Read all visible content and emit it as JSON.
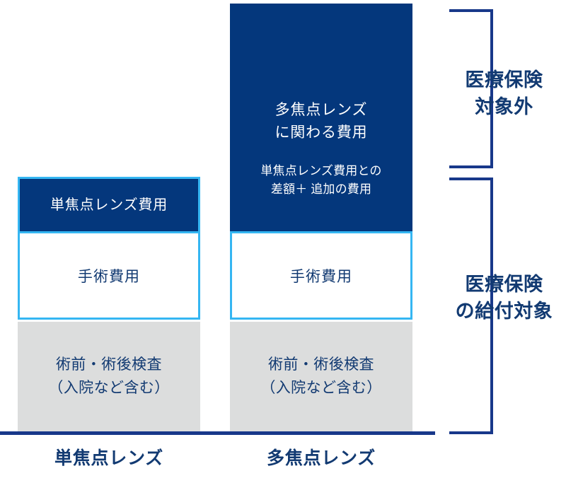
{
  "diagram": {
    "title_colors": {
      "navy": "#04377c",
      "cyan_outline": "#35b6f2",
      "grey_block": "#dcdddd",
      "text_navy": "#123a72",
      "axis_navy": "#18388a"
    },
    "columns": [
      {
        "key": "single_focus",
        "caption": "単焦点レンズ",
        "lens_block": {
          "label": "単焦点レンズ費用",
          "sublabel": ""
        },
        "surgery_block": {
          "label": "手術費用"
        },
        "exam_block": {
          "label": "術前・術後検査\n（入院など含む）"
        }
      },
      {
        "key": "multi_focus",
        "caption": "多焦点レンズ",
        "lens_block": {
          "label": "多焦点レンズ\nに関わる費用",
          "sublabel": "単焦点レンズ費用との\n差額＋ 追加の費用"
        },
        "surgery_block": {
          "label": "手術費用"
        },
        "exam_block": {
          "label": "術前・術後検査\n（入院など含む）"
        }
      }
    ],
    "brackets": [
      {
        "key": "not_covered",
        "label": "医療保険\n対象外"
      },
      {
        "key": "covered",
        "label": "医療保険\nの給付対象"
      }
    ]
  }
}
